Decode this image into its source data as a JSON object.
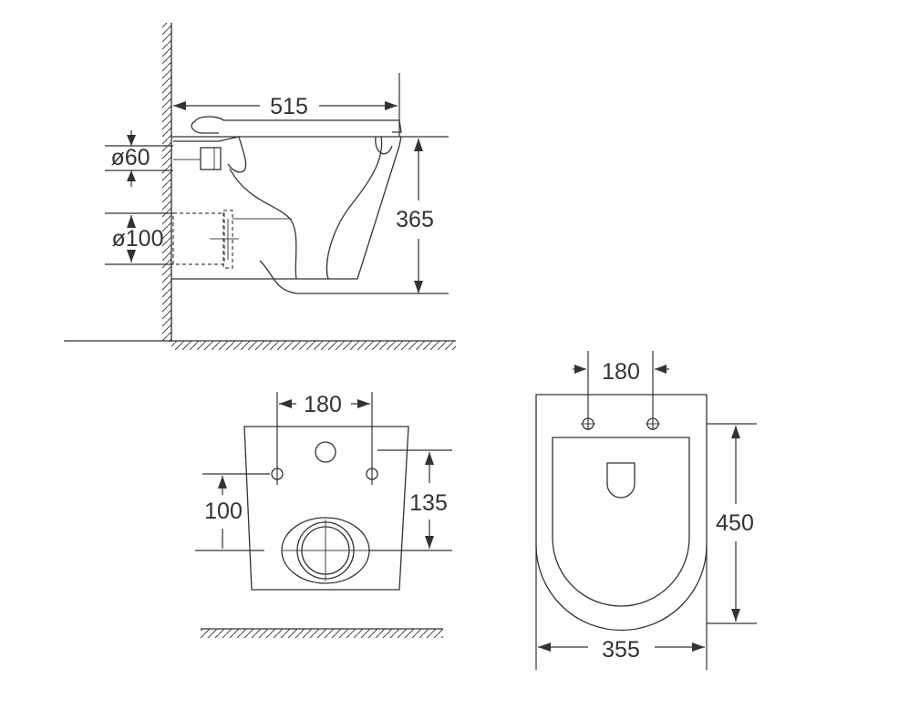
{
  "drawing": {
    "side_view": {
      "depth": "515",
      "height": "365",
      "water_inlet": "ø60",
      "waste_outlet": "ø100"
    },
    "rear_view": {
      "bolt_spacing": "180",
      "outlet_height": "100",
      "bolt_to_outlet": "135"
    },
    "top_view": {
      "bolt_spacing": "180",
      "length": "450",
      "width": "355"
    }
  }
}
